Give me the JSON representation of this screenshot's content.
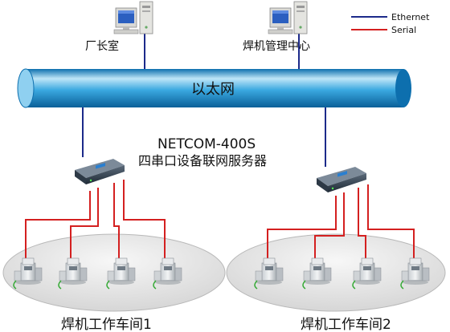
{
  "legend": {
    "ethernet": {
      "label": "Ethernet",
      "color": "#1c2a8a"
    },
    "serial": {
      "label": "Serial",
      "color": "#d42020"
    }
  },
  "nodes": {
    "pc1_label": "厂长室",
    "pc2_label": "焊机管理中心",
    "backbone_label": "以太网",
    "server_model": "NETCOM-400S",
    "server_desc": "四串口设备联网服务器",
    "workshop1_label": "焊机工作车间1",
    "workshop2_label": "焊机工作车间2"
  },
  "colors": {
    "backbone_light": "#bfe6f8",
    "backbone_mid": "#3aa8e0",
    "backbone_dark": "#0d6fae",
    "ellipse_fill": "#e6e6e6"
  },
  "icons": {
    "computer": "desktop-computer-icon",
    "server": "serial-server-device-icon",
    "welder": "welding-machine-icon"
  }
}
